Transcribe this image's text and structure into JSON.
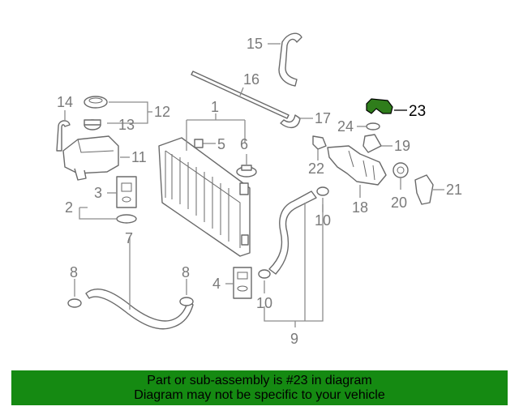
{
  "diagram": {
    "callouts": [
      "15",
      "16",
      "14",
      "12",
      "13",
      "1",
      "17",
      "23",
      "24",
      "5",
      "6",
      "19",
      "11",
      "22",
      "3",
      "2",
      "21",
      "20",
      "18",
      "10",
      "7",
      "8",
      "8",
      "4",
      "10",
      "9"
    ],
    "highlight_part": "23",
    "colors": {
      "highlight": "#2f7d1b",
      "lines": "#8c8c8c",
      "banner": "#158a12"
    }
  },
  "banner": {
    "line1": "Part or sub-assembly is #23 in diagram",
    "line2": "Diagram may not be specific to your vehicle"
  }
}
